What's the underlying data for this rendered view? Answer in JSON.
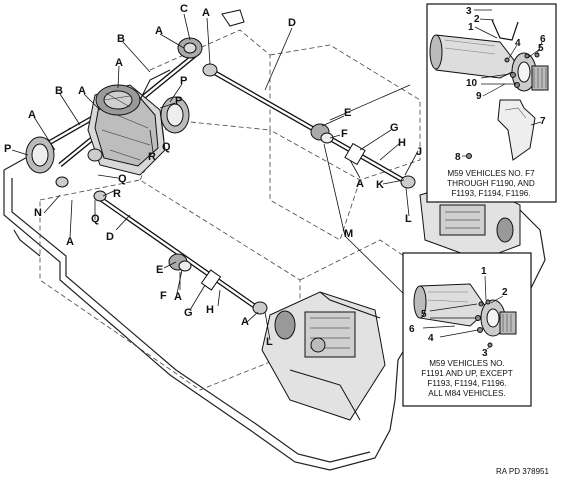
{
  "figure": {
    "reference": "RA PD 378951"
  },
  "callouts": {
    "A1": "A",
    "A2": "A",
    "A3": "A",
    "A4": "A",
    "A5": "A",
    "A6": "A",
    "A7": "A",
    "A8": "A",
    "A9": "A",
    "B1": "B",
    "B2": "B",
    "C": "C",
    "D1": "D",
    "D2": "D",
    "E1": "E",
    "E2": "E",
    "F1": "F",
    "F2": "F",
    "G1": "G",
    "G2": "G",
    "H1": "H",
    "H2": "H",
    "J": "J",
    "K": "K",
    "L1": "L",
    "L2": "L",
    "M": "M",
    "N": "N",
    "P1": "P",
    "P2": "P",
    "Q1": "Q",
    "Q2": "Q",
    "Q3": "Q",
    "R1": "R",
    "R2": "R"
  },
  "inset_top": {
    "callouts": [
      "3",
      "2",
      "1",
      "4",
      "6",
      "5",
      "10",
      "9",
      "7",
      "8"
    ],
    "caption": [
      "M59 VEHICLES NO. F7",
      "THROUGH F1190, AND",
      "F1193, F1194, F1196."
    ]
  },
  "inset_bottom": {
    "callouts": [
      "1",
      "2",
      "5",
      "6",
      "4",
      "3"
    ],
    "caption": [
      "M59 VEHICLES NO.",
      "F1191 AND UP, EXCEPT",
      "F1193, F1194, F1196.",
      "ALL M84 VEHICLES."
    ]
  }
}
